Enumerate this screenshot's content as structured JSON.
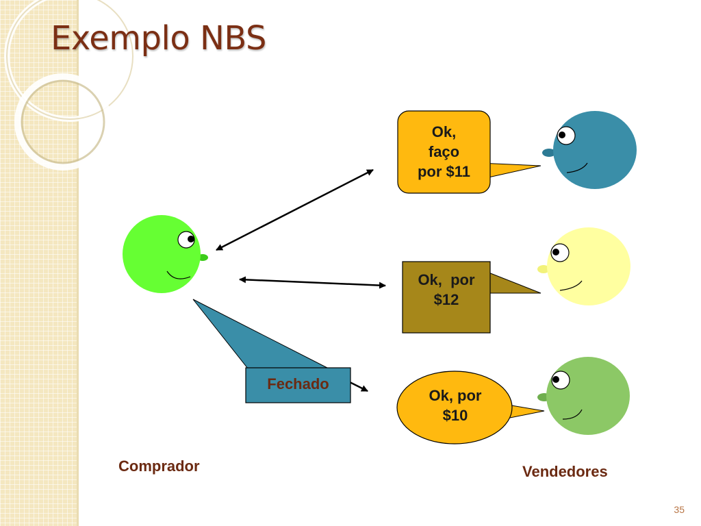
{
  "slide": {
    "title": "Exemplo NBS",
    "page_number": "35"
  },
  "buyer": {
    "label": "Comprador",
    "face_color": "#66ff33"
  },
  "sellers": {
    "label": "Vendedores",
    "items": [
      {
        "offer": [
          "Ok,",
          "faço",
          "por $11"
        ],
        "face_color": "#3a8ea8",
        "bubble_color": "#ffb90f"
      },
      {
        "offer": [
          "Ok,  por",
          "$12"
        ],
        "face_color": "#ffffa0",
        "bubble_color": "#a6871a"
      },
      {
        "offer": [
          "Ok, por",
          "$10"
        ],
        "face_color": "#8cc866",
        "bubble_color": "#ffb90f"
      }
    ]
  },
  "deal": {
    "text": "Fechado",
    "color": "#3a8ea8"
  }
}
